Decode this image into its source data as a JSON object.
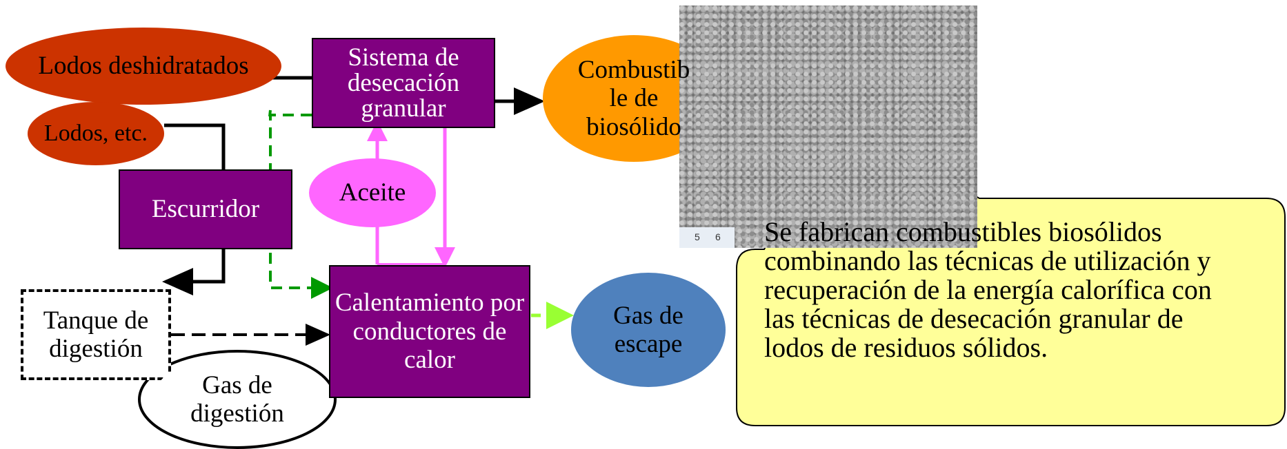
{
  "nodes": {
    "lodos_deshidratados": "Lodos deshidratados",
    "lodos_etc": "Lodos, etc.",
    "sistema_desecacion": "Sistema de desecación granular",
    "escurridor": "Escurridor",
    "aceite": "Aceite",
    "combustible": "Combustib le de biosólido",
    "calentamiento": "Calentamiento por conductores de calor",
    "tanque": "Tanque de digestión",
    "gas_digestion": "Gas de digestión",
    "gas_escape": "Gas de escape"
  },
  "photo": {
    "ruler_marks": [
      "5",
      "6"
    ]
  },
  "callout": "Se fabrican combustibles biosólidos combinando las técnicas de utilización y recuperación de la energía calorífica con las técnicas de desecación granular de lodos de residuos sólidos.",
  "colors": {
    "red": "#cc3300",
    "purple": "#800080",
    "orange": "#ff9900",
    "pink": "#ff66ff",
    "blue": "#4f81bd",
    "callout": "#ffff99",
    "green_dashed": "#009900",
    "light_green": "#99ff33"
  }
}
